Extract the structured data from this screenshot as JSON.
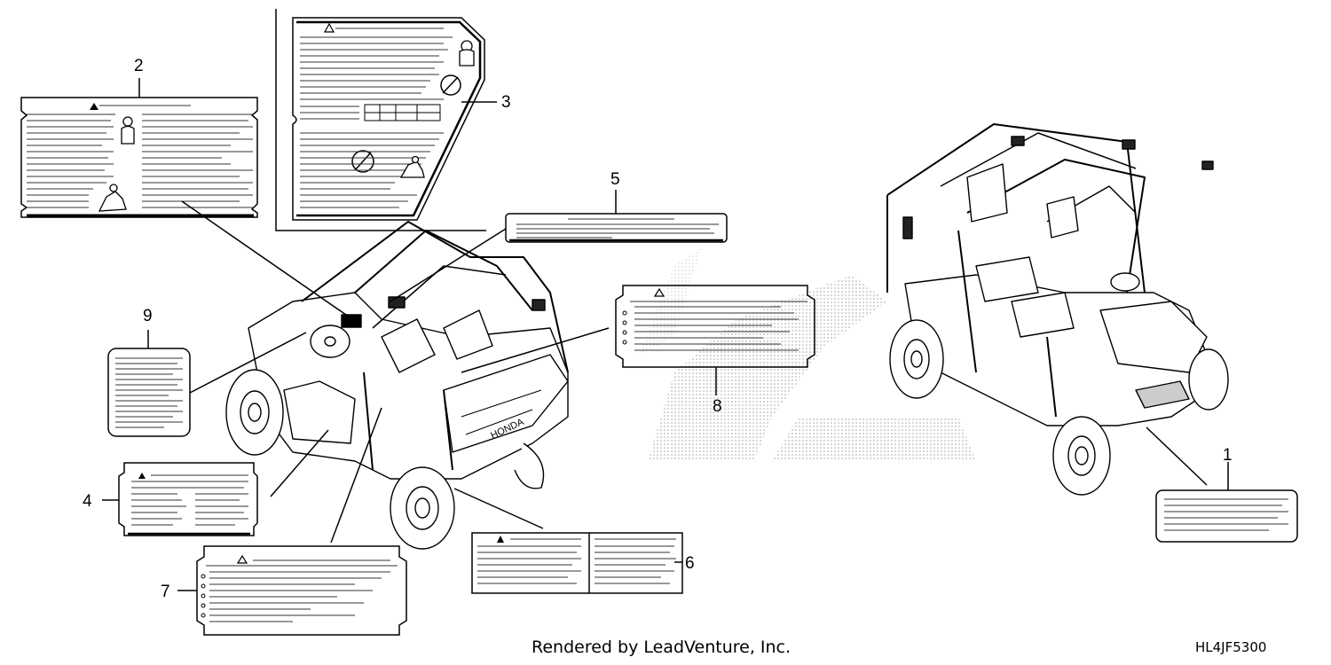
{
  "callouts": {
    "c1": "1",
    "c2": "2",
    "c3": "3",
    "c4": "4",
    "c5": "5",
    "c6": "6",
    "c7": "7",
    "c8": "8",
    "c9": "9"
  },
  "footer": {
    "credit": "Rendered by LeadVenture, Inc.",
    "code": "HL4JF5300"
  },
  "icons": [
    "warning-triangle-icon",
    "helmet-icon",
    "no-alcohol-icon",
    "passenger-icon",
    "honda-watermark"
  ]
}
